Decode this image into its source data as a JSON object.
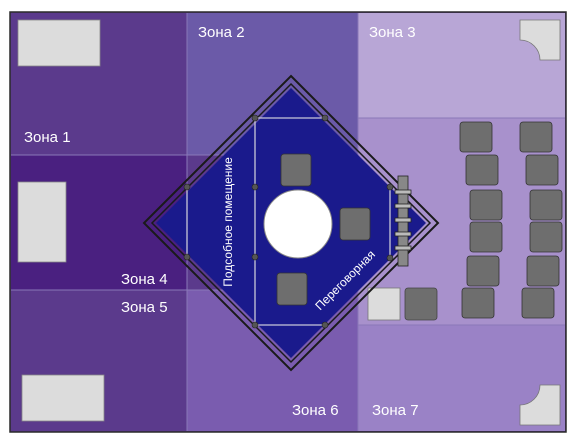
{
  "zones": {
    "z1": {
      "label": "Зона 1",
      "color": "#5b3a8c"
    },
    "z2": {
      "label": "Зона 2",
      "color": "#6b5aa8"
    },
    "z3": {
      "label": "Зона 3",
      "color": "#b8a6d6"
    },
    "z4": {
      "label": "Зона 4",
      "color": "#4a2080"
    },
    "z5": {
      "label": "Зона 5",
      "color": "#5b3a8c"
    },
    "z6": {
      "label": "Зона 6",
      "color": "#7a5caf"
    },
    "z7": {
      "label": "Зона 7",
      "color": "#9a82c6"
    },
    "right_mid": {
      "color": "#a891cc"
    }
  },
  "rooms": {
    "utility": "Подсобное помещение",
    "meeting": "Переговорная"
  },
  "colors": {
    "stand_fill": "#1a1a8c",
    "truss": "#1a1a1a",
    "furniture": "#6e6e6e",
    "panel": "#dcdcdc",
    "frame": "#2a2a2a"
  }
}
